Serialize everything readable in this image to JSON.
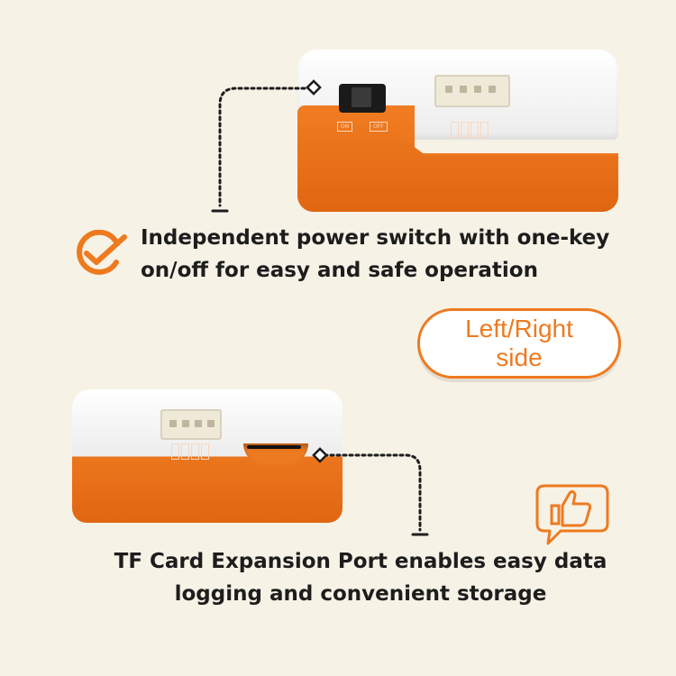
{
  "features": [
    {
      "caption": "Independent power switch with one-key on/off for easy and safe operation"
    },
    {
      "caption": "TF Card Expansion Port enables easy data logging and convenient storage"
    }
  ],
  "side_badge": {
    "line1": "Left/Right",
    "line2": "side"
  },
  "device_top": {
    "switch_on_label": "ON",
    "switch_off_label": "OFF"
  },
  "icons": {
    "feature_check": "check-badge-icon",
    "feature_thumb": "thumbs-up-bubble-icon"
  },
  "colors": {
    "accent": "#ee7a20",
    "background": "#f6f2e6",
    "text": "#1d1d1d"
  }
}
